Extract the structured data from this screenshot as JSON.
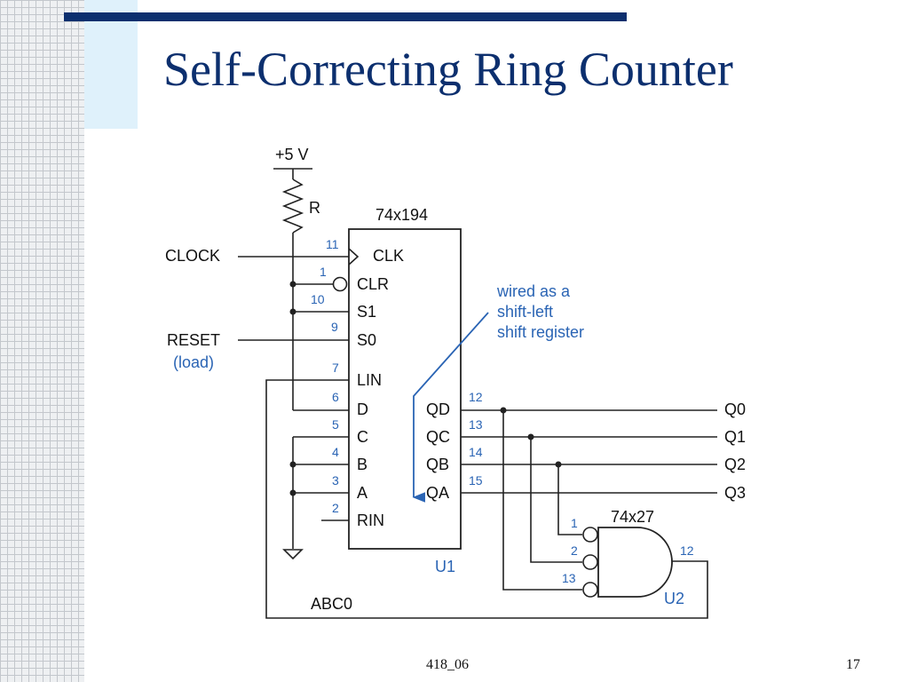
{
  "slide": {
    "title": "Self-Correcting Ring Counter",
    "footer": "418_06",
    "page_number": "17"
  },
  "diagram": {
    "supply": "+5 V",
    "resistor": "R",
    "inputs": {
      "clock": "CLOCK",
      "reset": "RESET",
      "reset_note": "(load)"
    },
    "shift_register": {
      "part": "74x194",
      "ref": "U1",
      "pins": {
        "clk": "CLK",
        "clr": "CLR",
        "s1": "S1",
        "s0": "S0",
        "lin": "LIN",
        "d": "D",
        "c": "C",
        "b": "B",
        "a": "A",
        "rin": "RIN",
        "qd": "QD",
        "qc": "QC",
        "qb": "QB",
        "qa": "QA"
      },
      "pin_numbers": {
        "clk": "11",
        "clr": "1",
        "s1": "10",
        "s0": "9",
        "lin": "7",
        "d": "6",
        "c": "5",
        "b": "4",
        "a": "3",
        "rin": "2",
        "qd": "12",
        "qc": "13",
        "qb": "14",
        "qa": "15"
      }
    },
    "nor_gate": {
      "part": "74x27",
      "ref": "U2",
      "pin_numbers": {
        "in1": "1",
        "in2": "2",
        "in3": "13",
        "out": "12"
      }
    },
    "outputs": [
      "Q0",
      "Q1",
      "Q2",
      "Q3"
    ],
    "feedback_label": "ABC0",
    "annotation": [
      "wired as a",
      "shift-left",
      "shift register"
    ],
    "colors": {
      "title": "#0c2f6e",
      "accent_bar": "#0c2f6e",
      "annotation": "#2a64b4",
      "wire": "#222222"
    }
  }
}
